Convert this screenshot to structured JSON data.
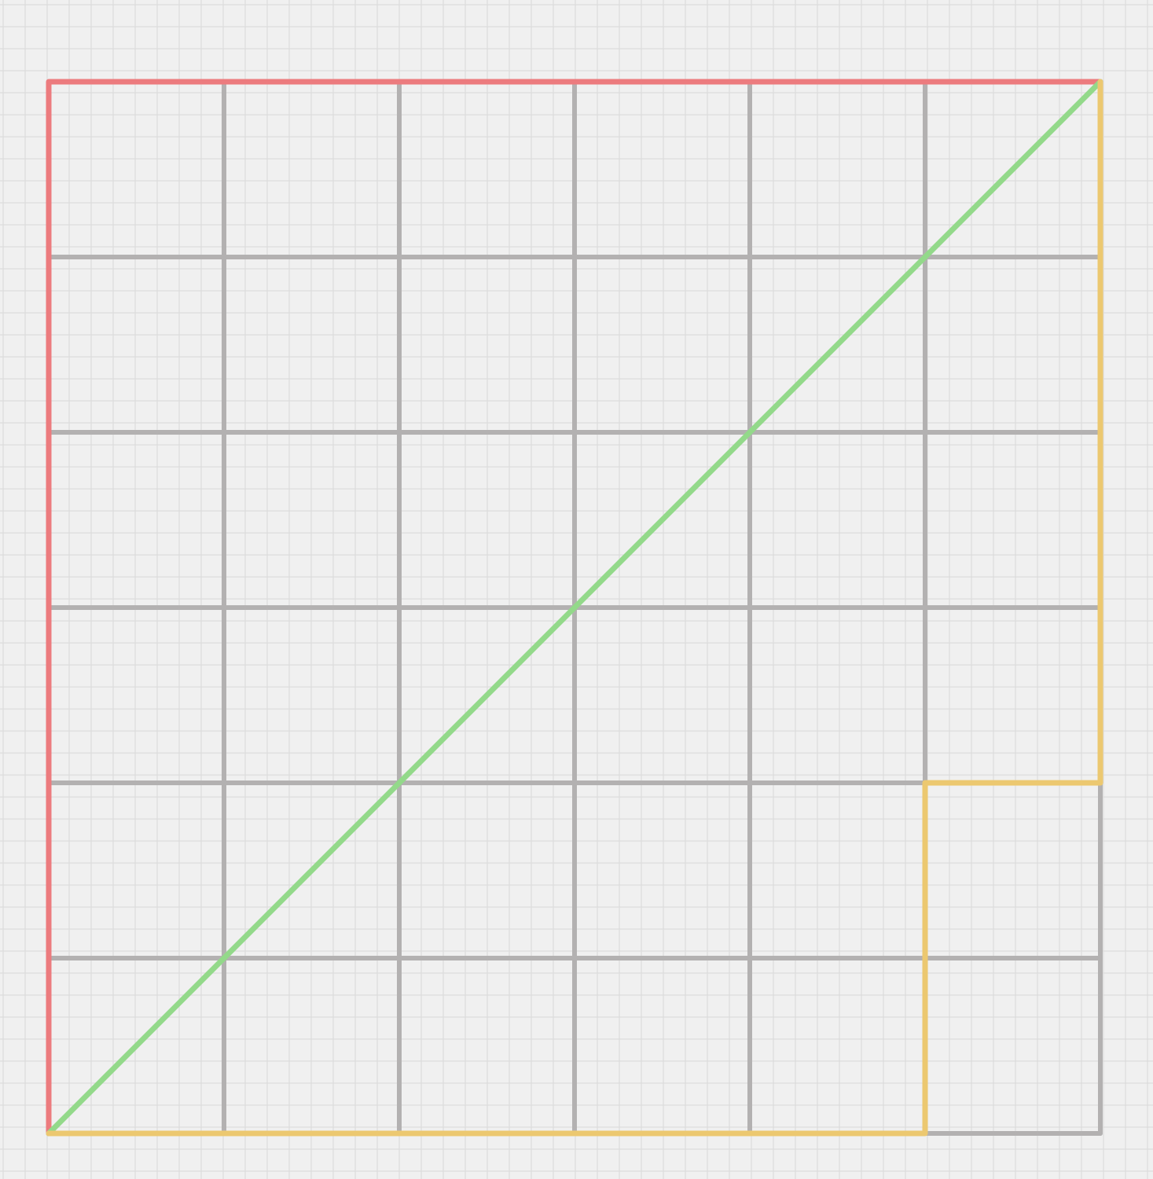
{
  "diagram": {
    "type": "grid-paths",
    "grid": {
      "columns": 6,
      "rows": 6
    },
    "colors": {
      "background": "#f0f0f0",
      "paper_grid": "#dcdcdc",
      "main_grid": "#b3b1b1",
      "left_top_path": "#ec7b7e",
      "diagonal_path": "#93d98a",
      "bottom_right_path": "#ecc870"
    },
    "paths": [
      {
        "id": "left-top-path",
        "color_key": "left_top_path",
        "points": [
          [
            0,
            0
          ],
          [
            0,
            6
          ],
          [
            6,
            6
          ]
        ]
      },
      {
        "id": "diagonal-path",
        "color_key": "diagonal_path",
        "points": [
          [
            0,
            0
          ],
          [
            6,
            6
          ]
        ]
      },
      {
        "id": "bottom-right-path",
        "color_key": "bottom_right_path",
        "points": [
          [
            0,
            0
          ],
          [
            5,
            0
          ],
          [
            5,
            2
          ],
          [
            6,
            2
          ],
          [
            6,
            6
          ]
        ]
      }
    ]
  }
}
